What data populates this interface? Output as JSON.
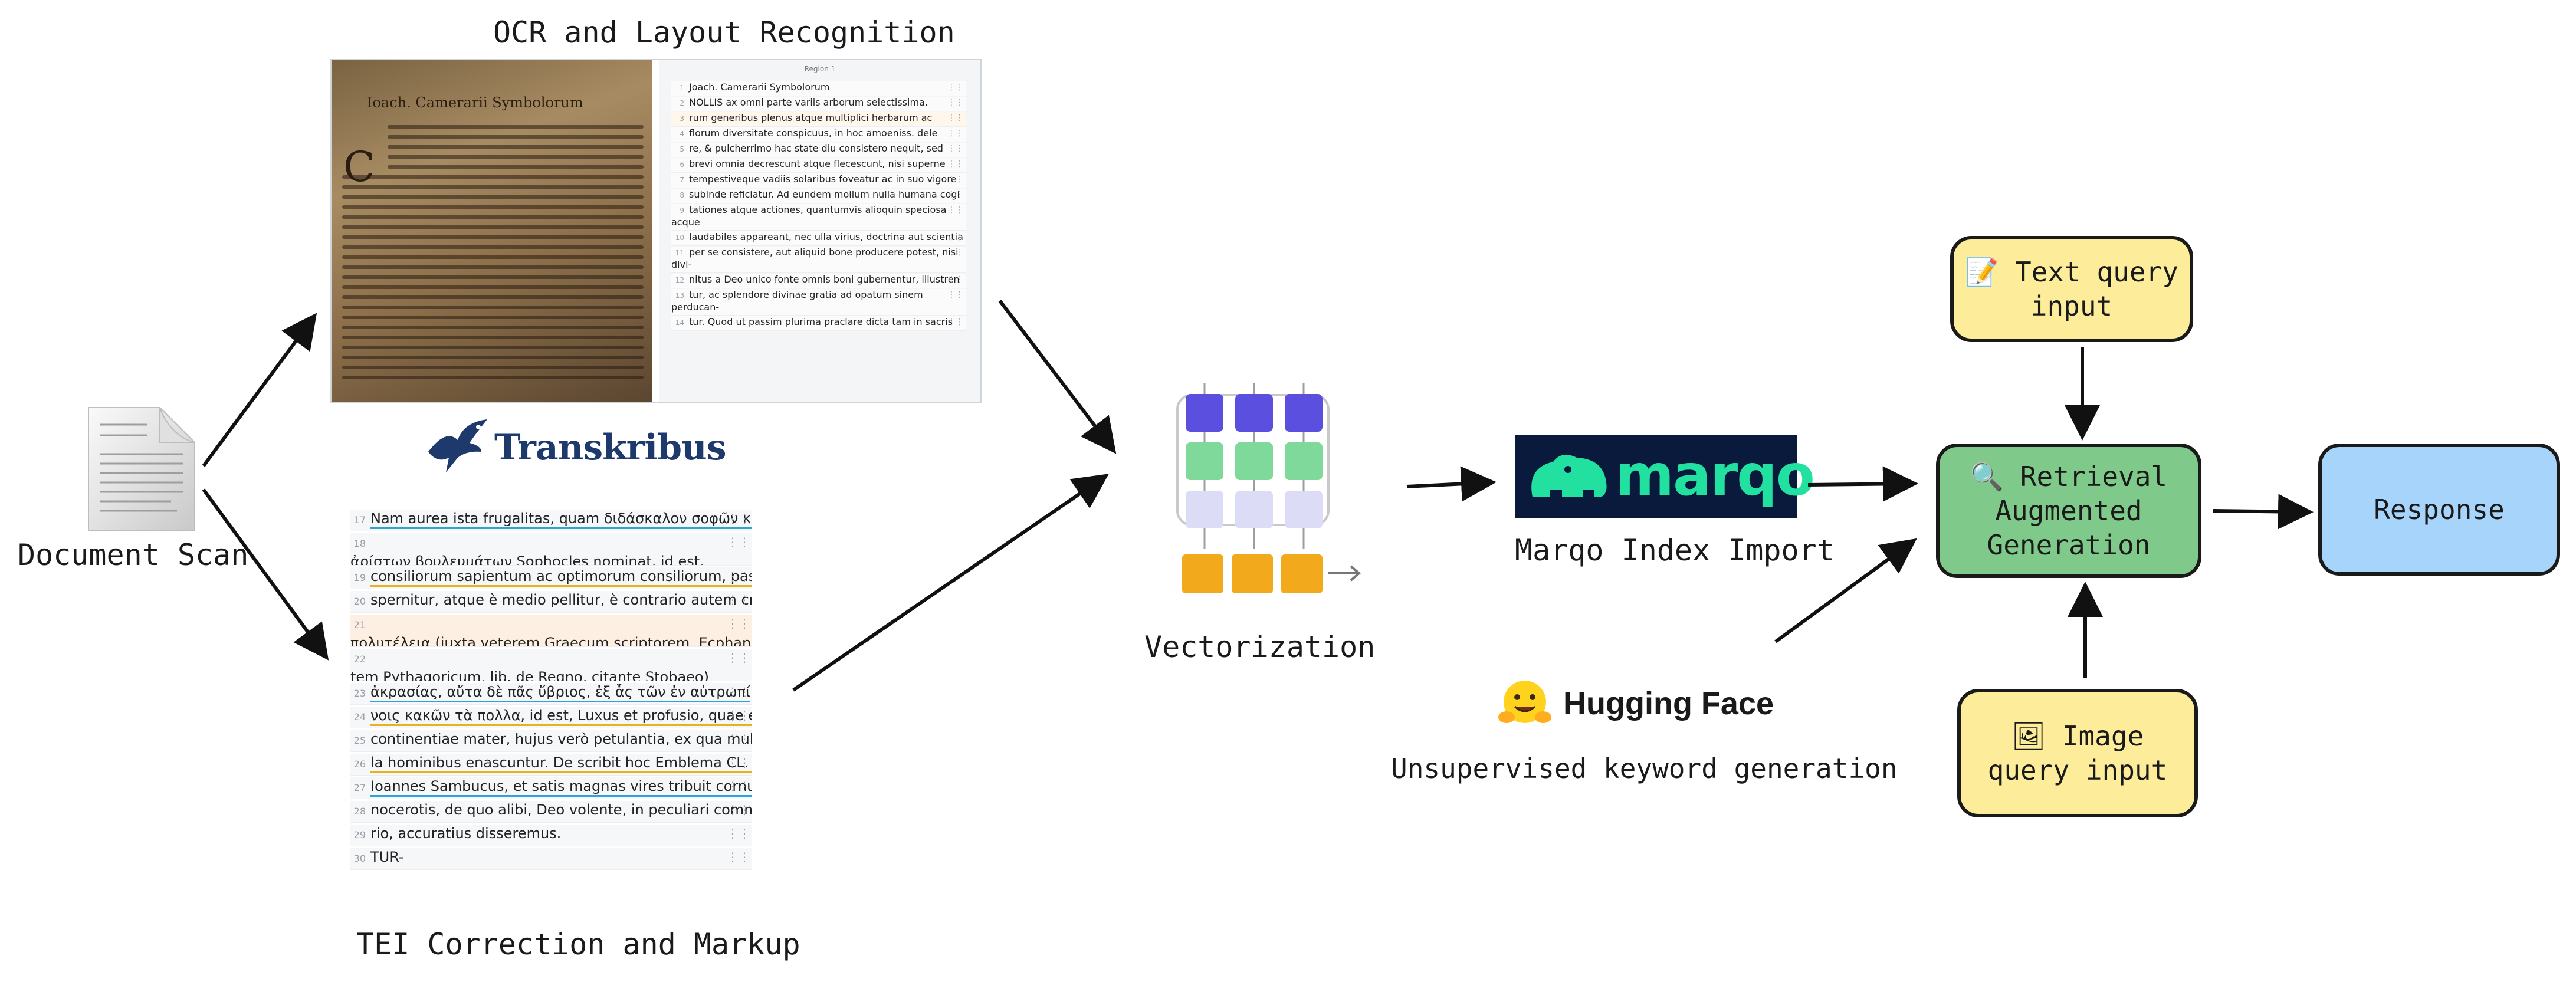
{
  "labels": {
    "ocr_title": "OCR and Layout Recognition",
    "document_scan": "Document Scan",
    "tei_title": "TEI Correction and Markup",
    "vectorization": "Vectorization",
    "marqo_import": "Marqo Index Import",
    "keyword_generation": "Unsupervised keyword generation"
  },
  "logos": {
    "transkribus": "Transkribus",
    "marqo": "marqo",
    "hugging_face": "Hugging Face"
  },
  "ocr_scan": {
    "header": "Ioach. Camerarii Symbolorum",
    "dropcap": "C"
  },
  "ocr_regions": {
    "header": "Region 1",
    "rows": [
      {
        "num": "1",
        "text": "Joach. Camerarii Symbolorum"
      },
      {
        "num": "2",
        "text": "NOLLIS ax omni parte variis arborum selectissima."
      },
      {
        "num": "3",
        "text": "rum generibus plenus atque multiplici herbarum ac"
      },
      {
        "num": "4",
        "text": "florum diversitate conspicuus, in hoc amoeniss. dele"
      },
      {
        "num": "5",
        "text": "re, & pulcherrimo hac state diu consistero nequit, sed"
      },
      {
        "num": "6",
        "text": "brevi omnia decrescunt atque flecescunt, nisi superne"
      },
      {
        "num": "7",
        "text": "tempestiveque vadiis solaribus foveatur ac in suo vigore"
      },
      {
        "num": "8",
        "text": "subinde reficiatur. Ad eundem moilum nulla humana cogi"
      },
      {
        "num": "9",
        "text": "tationes atque actiones, quantumvis alioquin speciosa acque"
      },
      {
        "num": "10",
        "text": "laudabiles appareant, nec ulla virius, doctrina aut scientia"
      },
      {
        "num": "11",
        "text": "per se consistere, aut aliquid bone producere potest, nisi divi-"
      },
      {
        "num": "12",
        "text": "nitus a Deo unico fonte omnis boni gubernentur, illustren"
      },
      {
        "num": "13",
        "text": "tur, ac splendore divinae gratia ad opatum sinem perducan-"
      },
      {
        "num": "14",
        "text": "tur. Quod ut passim plurima praclare dicta tam in sacris"
      }
    ]
  },
  "tei_rows": [
    {
      "num": "17",
      "text": "Nam aurea ista frugalitas, quam διδάσκαλον σοφῶν καὶ"
    },
    {
      "num": "18",
      "text": "ἀρίστων βουλευμάτων Sophocles nominat, id est, magistram"
    },
    {
      "num": "19",
      "text": "consiliorum sapientum ac optimorum consiliorum, passim"
    },
    {
      "num": "20",
      "text": "spernitur, atque è medio pellitur, è contrario autem crescit"
    },
    {
      "num": "21",
      "text": "πολυτέλεια (juxta veterem Graecum scriptorem, Ecphan"
    },
    {
      "num": "22",
      "text": "tem Pythagoricum, lib. de Regno, citante Stobaeo) μάτηρ τᾶς"
    },
    {
      "num": "23",
      "text": "ἀκρασίας, αὔτα δὲ πᾶς ὕβριος, ἐξ ἇς τῶν ἐν αὐτρωπί"
    },
    {
      "num": "24",
      "text": "νοις κακῶν τὰ πολλα, id est, Luxus et profusio, quae est in"
    },
    {
      "num": "25",
      "text": "continentiae mater, hujus verò petulantia, ex qua multa mal"
    },
    {
      "num": "26",
      "text": "la hominibus enascuntur. De scribit hoc Emblema CL. vir"
    },
    {
      "num": "27",
      "text": "Ioannes Sambucus, et satis magnas vires tribuit cornui Md"
    },
    {
      "num": "28",
      "text": "nocerotis, de quo alibi, Deo volente, in peculiari commenta"
    },
    {
      "num": "29",
      "text": "rio, accuratius disseremus."
    },
    {
      "num": "30",
      "text": "TUR-"
    }
  ],
  "boxes": {
    "text_query": {
      "icon": "📝",
      "line1": "Text query",
      "line2": "input"
    },
    "rag": {
      "icon": "🔍",
      "line1": "Retrieval",
      "line2": "Augmented",
      "line3": "Generation"
    },
    "response": {
      "label": "Response"
    },
    "image_query": {
      "icon": "🖼",
      "line1": "Image",
      "line2": "query input"
    }
  },
  "colors": {
    "text_query_fill": "#fdec9a",
    "rag_fill": "#7fc98a",
    "response_fill": "#a7d4fb",
    "image_query_fill": "#fdec9a",
    "marqo_bg": "#0a1a3c",
    "marqo_text": "#22e0a0",
    "transkribus_blue": "#1e3a6d",
    "vector_purple": "#5b4fe0",
    "vector_green": "#7fd99a",
    "vector_lavender": "#dcdcf7",
    "vector_orange": "#f2a91c"
  }
}
